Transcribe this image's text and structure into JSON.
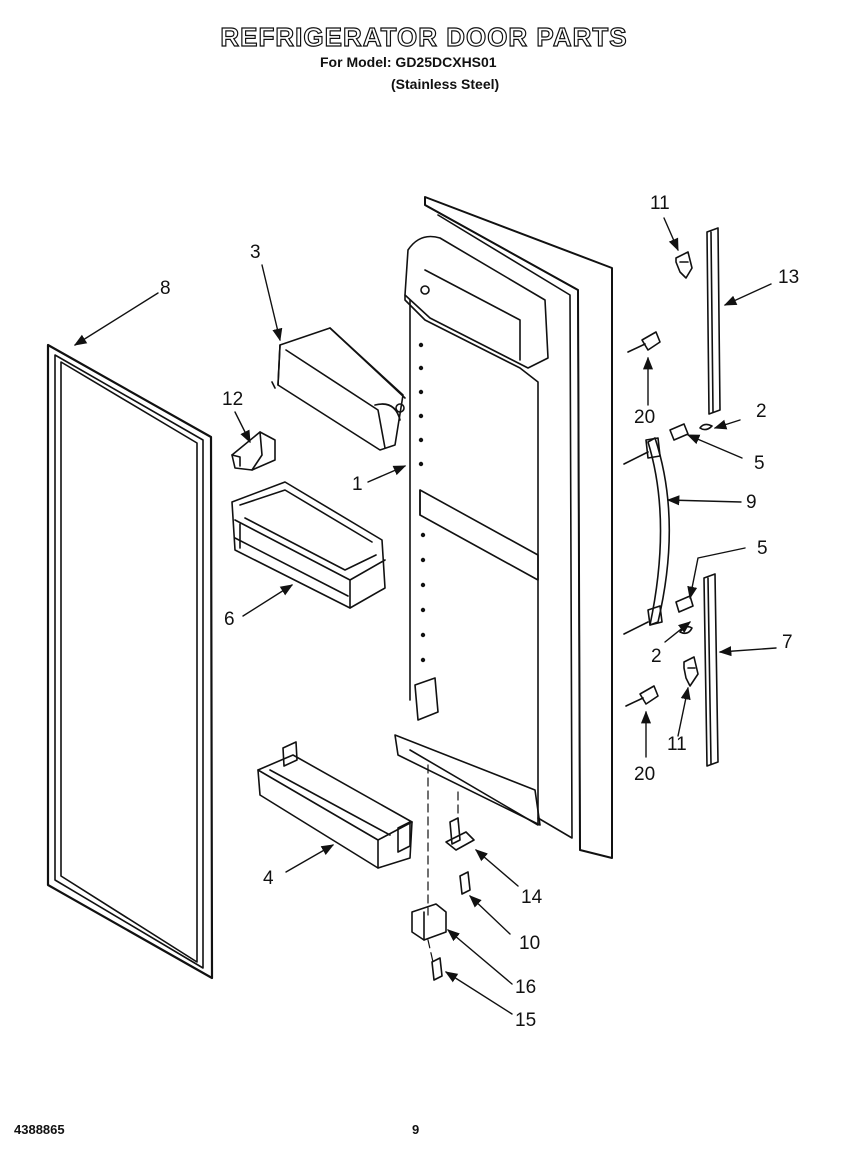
{
  "header": {
    "title": "REFRIGERATOR DOOR PARTS",
    "model_line": "For Model: GD25DCXHS01",
    "finish_line": "(Stainless Steel)"
  },
  "footer": {
    "doc_number": "4388865",
    "page_number": "9"
  },
  "callouts": {
    "c1": "1",
    "c2a": "2",
    "c2b": "2",
    "c3": "3",
    "c4": "4",
    "c5a": "5",
    "c5b": "5",
    "c6": "6",
    "c7": "7",
    "c8": "8",
    "c9": "9",
    "c10": "10",
    "c11a": "11",
    "c11b": "11",
    "c12": "12",
    "c13": "13",
    "c14": "14",
    "c15": "15",
    "c16": "16",
    "c20a": "20",
    "c20b": "20"
  }
}
